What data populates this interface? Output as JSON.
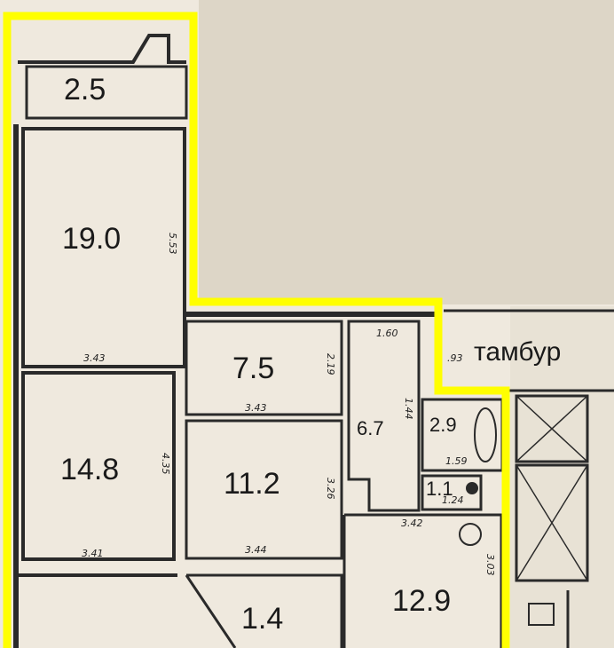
{
  "rooms": {
    "balcony": "2.5",
    "room1": "19.0",
    "room2": "14.8",
    "kitchen": "7.5",
    "room3": "11.2",
    "corridor": "6.7",
    "bath": "2.9",
    "wc": "1.1",
    "hall": "12.9",
    "loggia": "1.4",
    "vestibule": "тамбур"
  },
  "dimensions": {
    "d1": "5.53",
    "d2": "3.43",
    "d3": "4.35",
    "d4": "3.41",
    "d5": "2.19",
    "d6": "3.43",
    "d7": "3.26",
    "d8": "3.44",
    "d9": "1.60",
    "d10": "1.44",
    "d11": "1.59",
    "d12": "1.24",
    "d13": "3.42",
    "d14": "3.03",
    "d15": ".93"
  },
  "colors": {
    "background": "#efe9de",
    "outside": "#ddd6c7",
    "wall": "#2a2a2a",
    "outline": "#ffff00"
  }
}
